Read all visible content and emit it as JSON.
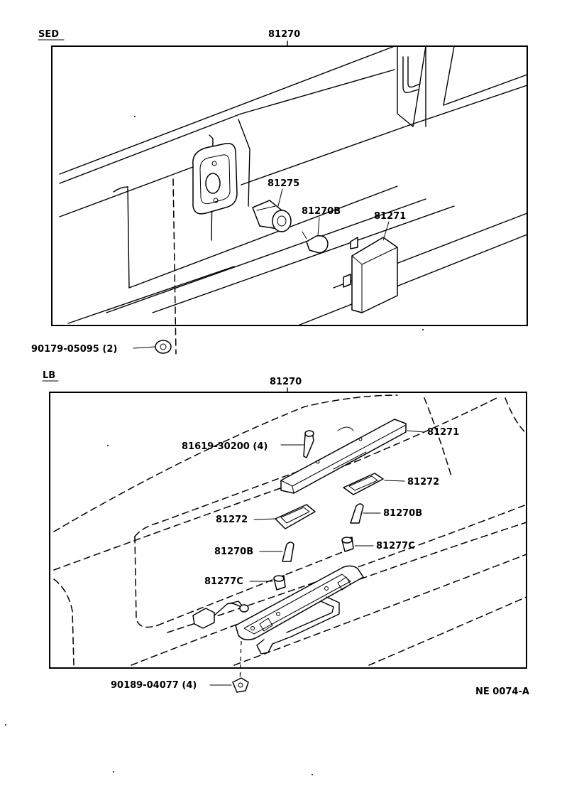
{
  "sed_panel": {
    "section_label": "SED",
    "assembly_number": "81270",
    "callouts": {
      "socket": "81275",
      "bulb": "81270B",
      "lens": "81271",
      "screw": "90179-05095 (2)"
    }
  },
  "lb_panel": {
    "section_label": "LB",
    "assembly_number": "81270",
    "callouts": {
      "screw_upper": "81619-30200 (4)",
      "lens": "81271",
      "bracket_right": "81272",
      "bracket_left": "81272",
      "bulb_right": "81270B",
      "bulb_left": "81270B",
      "socket_right": "81277C",
      "socket_left": "81277C",
      "screw_lower": "90189-04077 (4)"
    }
  },
  "figure_code": "NE 0074-A"
}
